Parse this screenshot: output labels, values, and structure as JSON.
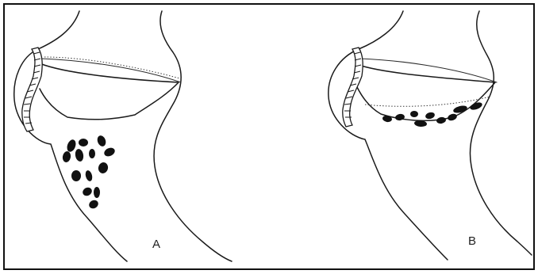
{
  "panels": [
    {
      "label": "A",
      "lesion_site": "metaphysis"
    },
    {
      "label": "B",
      "lesion_site": "subchondral"
    }
  ],
  "colors": {
    "line": "#1a1a1a",
    "lesion": "#111111",
    "background": "#ffffff"
  }
}
